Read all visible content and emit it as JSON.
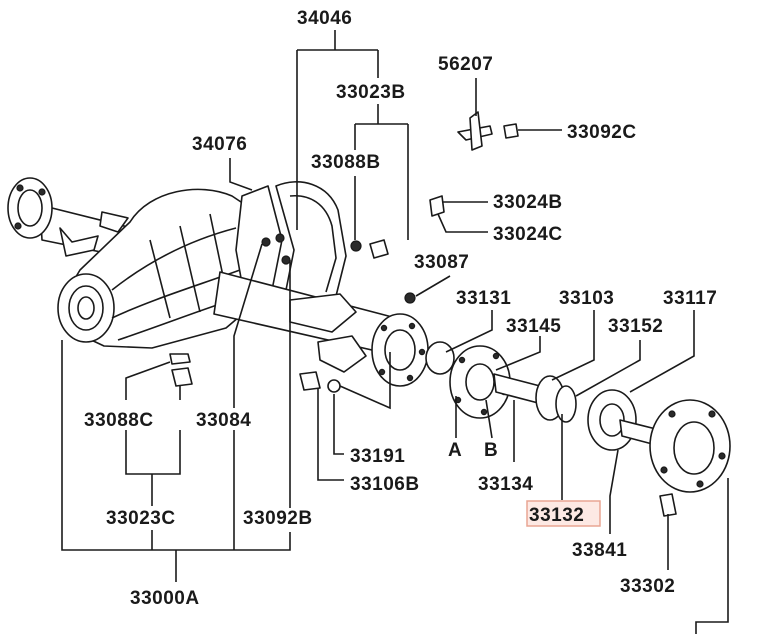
{
  "diagram": {
    "part_numbers": {
      "p34046": "34046",
      "p33023B": "33023B",
      "p56207": "56207",
      "p34076": "34076",
      "p33088B": "33088B",
      "p33092C": "33092C",
      "p33024B": "33024B",
      "p33024C": "33024C",
      "p33087": "33087",
      "p33131": "33131",
      "p33103": "33103",
      "p33117": "33117",
      "p33145": "33145",
      "p33152": "33152",
      "p33088C": "33088C",
      "p33084": "33084",
      "p33191": "33191",
      "p33106B": "33106B",
      "p33134": "33134",
      "p33023C": "33023C",
      "p33092B": "33092B",
      "p33132": "33132",
      "p33841": "33841",
      "p33302": "33302",
      "p33000A": "33000A"
    },
    "callouts": {
      "a": "A",
      "b": "B"
    },
    "highlight_color": "#e9a593"
  }
}
